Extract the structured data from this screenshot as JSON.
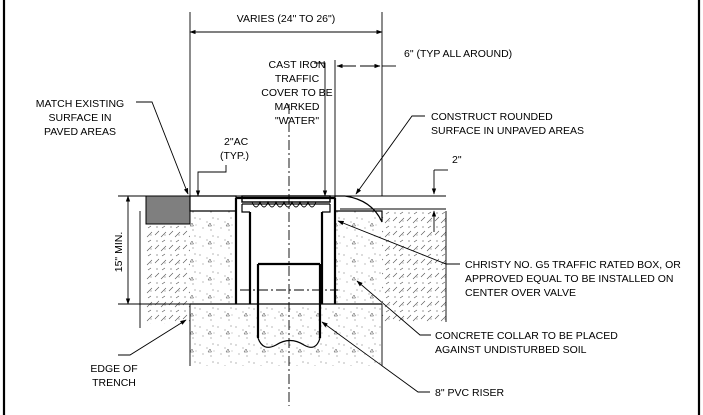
{
  "labels": {
    "varies": "VARIES (24\" TO 26\")",
    "typ_all_around": "6\" (TYP ALL AROUND)",
    "cover": [
      "CAST IRON",
      "TRAFFIC",
      "COVER TO BE",
      "MARKED",
      "\"WATER\""
    ],
    "match_existing": [
      "MATCH EXISTING",
      "SURFACE IN",
      "PAVED AREAS"
    ],
    "construct_rounded": [
      "CONSTRUCT ROUNDED",
      "SURFACE IN UNPAVED AREAS"
    ],
    "ac": [
      "2\"AC",
      "(TYP.)"
    ],
    "two_inch": "2\"",
    "fifteen_min": "15\" MIN.",
    "christy": [
      "CHRISTY NO. G5 TRAFFIC RATED BOX, OR",
      "APPROVED EQUAL TO BE INSTALLED ON",
      "CENTER OVER VALVE"
    ],
    "collar": [
      "CONCRETE COLLAR TO BE PLACED",
      "AGAINST UNDISTURBED SOIL"
    ],
    "edge_trench": [
      "EDGE OF",
      "TRENCH"
    ],
    "pvc_riser": "8\" PVC RISER"
  },
  "colors": {
    "line": "#000000",
    "pavement": "#7f7f7f",
    "background": "#ffffff"
  }
}
